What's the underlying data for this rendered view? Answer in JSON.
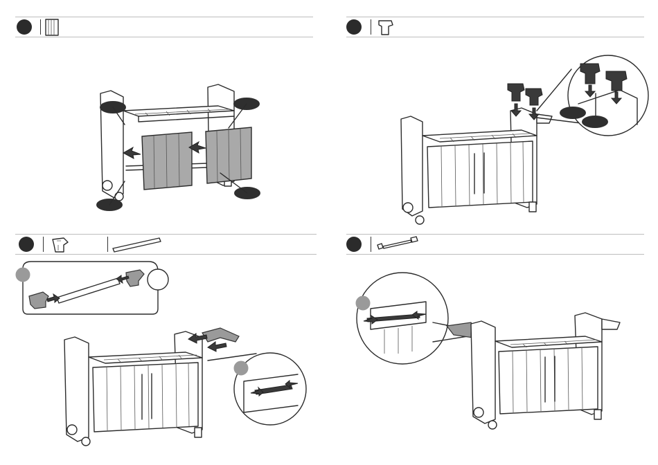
{
  "steps": [
    {
      "id": "step-a",
      "parts": [
        "door-panel-icon"
      ]
    },
    {
      "id": "step-b",
      "parts": [
        "handle-clip-icon"
      ]
    },
    {
      "id": "step-c",
      "parts": [
        "bracket-icon",
        "rod-icon"
      ]
    },
    {
      "id": "step-d",
      "parts": [
        "towel-bar-icon"
      ]
    }
  ],
  "colors": {
    "ink": "#2b2b2b",
    "rule": "#bdbdbd",
    "fill_grey": "#a9a9a9",
    "callout": "#2f2f2f"
  }
}
